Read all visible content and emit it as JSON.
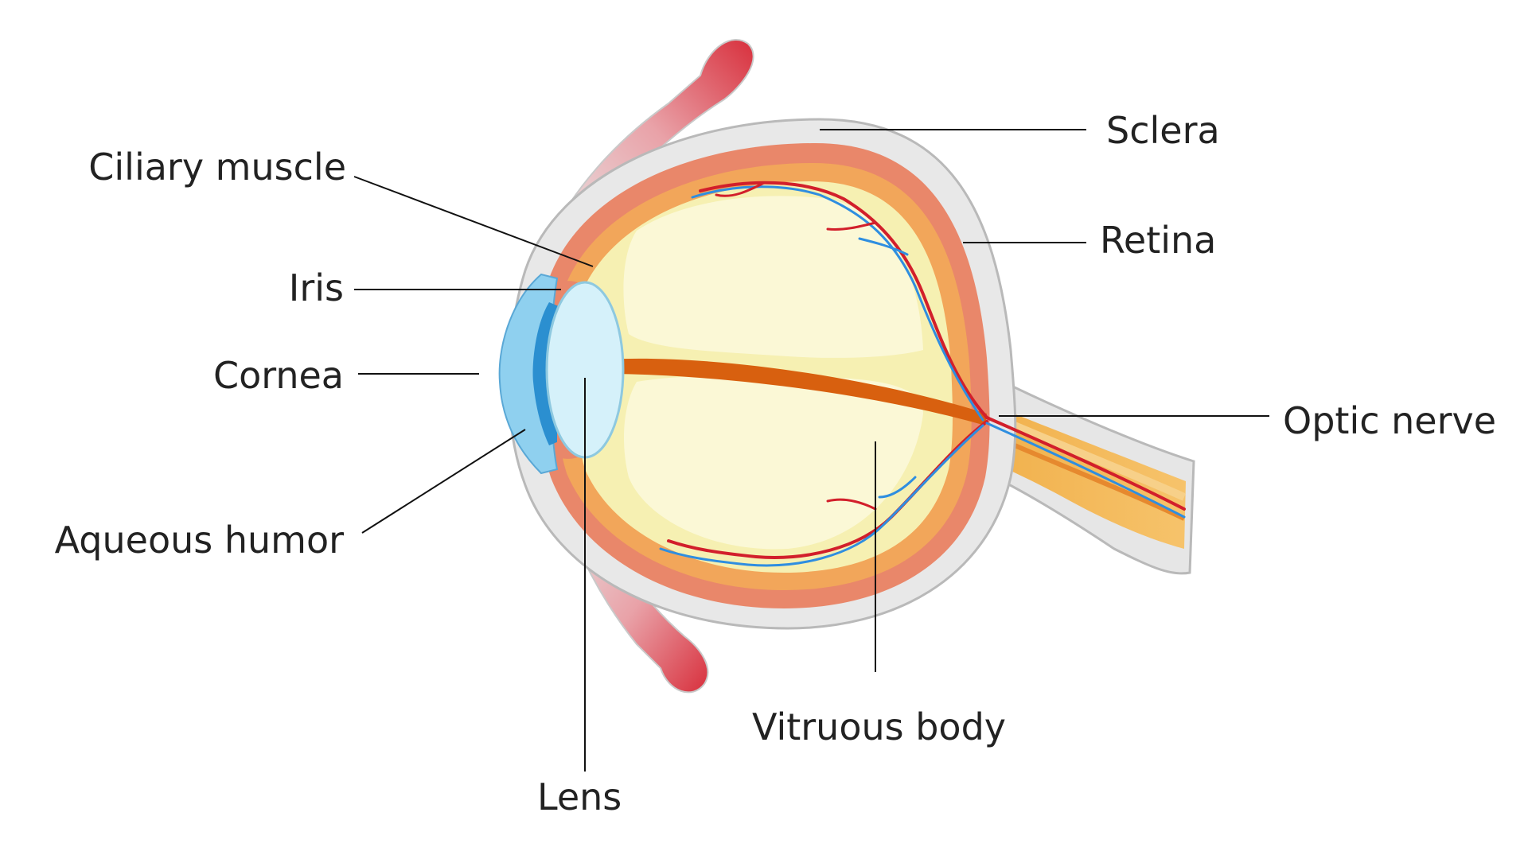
{
  "labels": {
    "sclera": "Sclera",
    "retina": "Retina",
    "ciliary_muscle": "Ciliary muscle",
    "iris": "Iris",
    "cornea": "Cornea",
    "aqueous_humor": "Aqueous humor",
    "optic_nerve": "Optic nerve",
    "vitreous_body": "Vitruous body",
    "lens": "Lens"
  },
  "colors": {
    "sclera_outer": "#e8e8e8",
    "sclera_edge": "#b9b9b9",
    "choroid": "#e9876a",
    "retina_band": "#f2a65a",
    "vitreous": "#f6f0b2",
    "vitreous_light": "#fbf8d6",
    "lens": "#d5f1fa",
    "cornea": "#8fd0ef",
    "aqueous": "#2b8fd0",
    "muscle": "#d8303d",
    "nerve": "#e98a3b",
    "artery": "#d21f2b",
    "vein": "#2f8ee0",
    "optic_core": "#d8600f"
  }
}
